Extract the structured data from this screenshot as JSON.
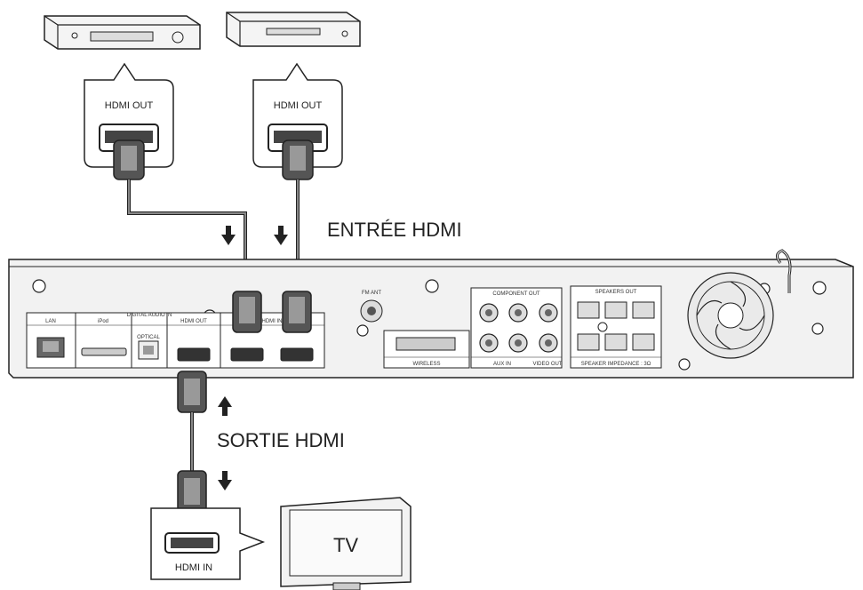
{
  "top_callouts": {
    "left_label": "HDMI OUT",
    "right_label": "HDMI OUT"
  },
  "main_labels": {
    "hdmi_in": "ENTRÉE HDMI",
    "hdmi_out": "SORTIE HDMI"
  },
  "tv": {
    "screen_text": "TV",
    "callout_label": "HDMI IN"
  },
  "panel_labels": {
    "lan": "LAN",
    "usb": "iPod",
    "digital_audio": "DIGITAL AUDIO IN",
    "optical": "OPTICAL",
    "hdmi_out_port": "HDMI OUT",
    "hdmi_in_port": "HDMI IN",
    "fm_ant": "FM ANT",
    "component_out": "COMPONENT OUT",
    "wireless": "WIRELESS",
    "aux_in": "AUX IN",
    "video_out": "VIDEO OUT",
    "speakers_out": "SPEAKERS OUT",
    "speaker_impedance": "SPEAKER IMPEDANCE : 3Ω"
  },
  "colors": {
    "line": "#222222",
    "panel_fill": "#f2f2f2",
    "cable_grey": "#7a7a7a",
    "port_dark": "#333333"
  }
}
